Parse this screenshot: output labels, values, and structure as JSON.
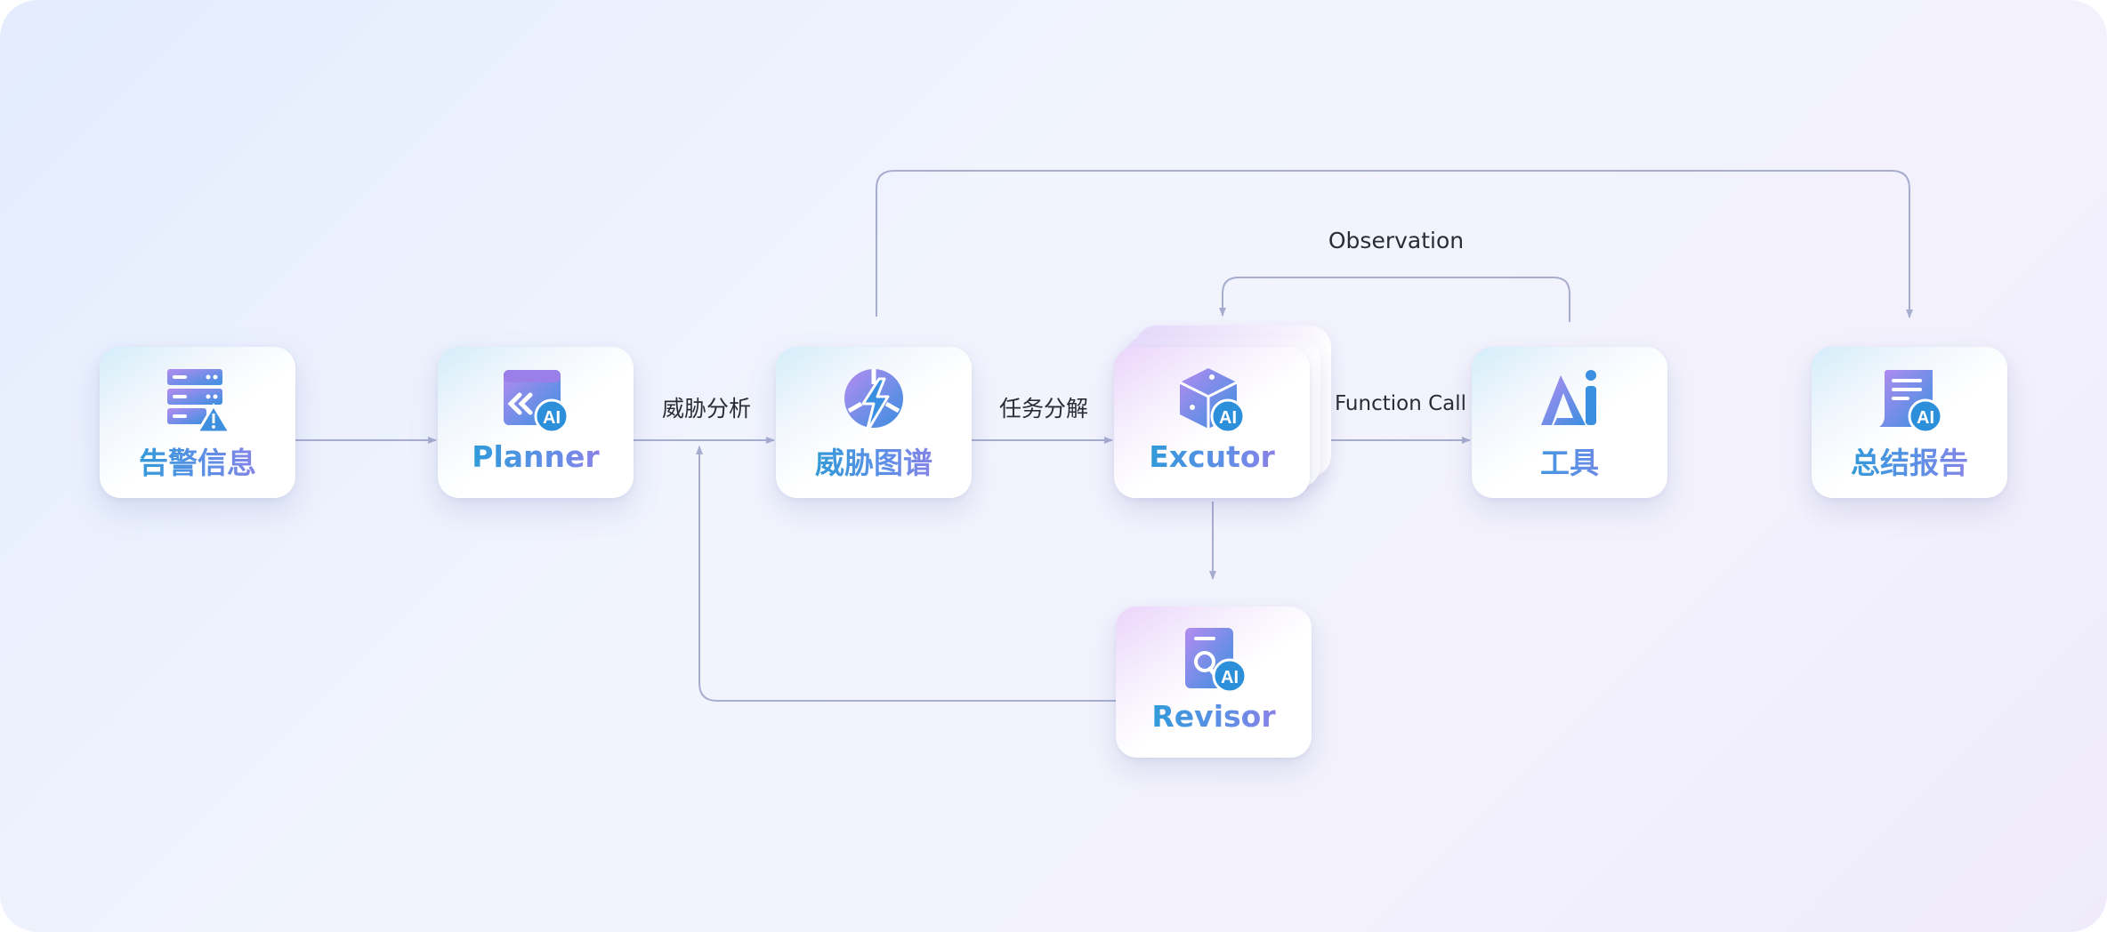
{
  "nodes": {
    "alert": {
      "label": "告警信息"
    },
    "planner": {
      "label": "Planner"
    },
    "graph": {
      "label": "威胁图谱"
    },
    "executor": {
      "label": "Excutor"
    },
    "tools": {
      "label": "工具"
    },
    "report": {
      "label": "总结报告"
    },
    "revisor": {
      "label": "Revisor"
    }
  },
  "edges": {
    "threat_analysis": "威胁分析",
    "task_decomposition": "任务分解",
    "function_call": "Function Call",
    "observation": "Observation"
  },
  "colors": {
    "label_gradient": [
      "#1aa0d2",
      "#a47ae8"
    ],
    "connector": "#a7adcf",
    "icon_gradient": [
      "#b48cf0",
      "#3a8fe0"
    ]
  },
  "icons": {
    "alert": "server-warning-icon",
    "planner": "code-ai-icon",
    "graph": "lightning-graph-icon",
    "executor": "cube-ai-icon",
    "tools": "ai-logo-icon",
    "report": "document-ai-icon",
    "revisor": "search-document-ai-icon"
  }
}
